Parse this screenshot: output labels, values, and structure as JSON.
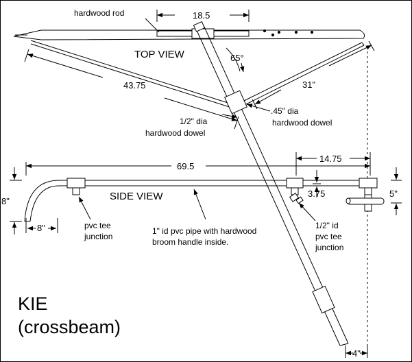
{
  "colors": {
    "line": "#000000",
    "background": "#ffffff"
  },
  "views": {
    "top": "TOP VIEW",
    "side": "SIDE VIEW"
  },
  "dimensions": {
    "rod_length": "18.5",
    "angle": "65°",
    "long_dowel": "43.75",
    "short_dowel": "31\"",
    "total_length": "69.5",
    "outer_segment": "14.75",
    "drop": "3.75",
    "bend_height": "8\"",
    "bend_width": "8\"",
    "tee_offset": "5\"",
    "bottom_offset": "4\""
  },
  "labels": {
    "hardwood_rod": "hardwood rod",
    "dowel_half_1": "1/2\" dia",
    "dowel_half_2": "hardwood dowel",
    "dowel_45_1": ".45\" dia",
    "dowel_45_2": "hardwood dowel",
    "pvc_tee_left_1": "pvc tee",
    "pvc_tee_left_2": "junction",
    "pipe_note_1": "1\" id pvc pipe with hardwood",
    "pipe_note_2": "broom handle inside.",
    "pvc_tee_right_1": "1/2\" id",
    "pvc_tee_right_2": "pvc tee",
    "pvc_tee_right_3": "junction"
  },
  "title": {
    "line1": "KIE",
    "line2": "(crossbeam)"
  }
}
